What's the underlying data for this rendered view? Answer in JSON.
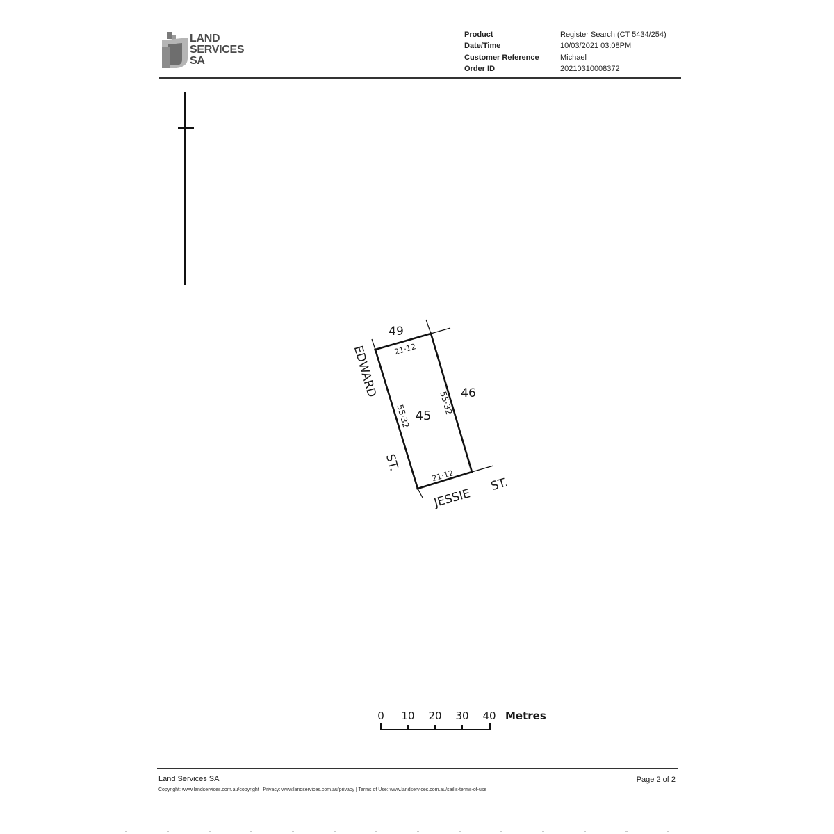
{
  "logo": {
    "line1": "LAND",
    "line2": "SERVICES",
    "line3": "SA"
  },
  "meta": [
    {
      "label": "Product",
      "value": "Register Search (CT 5434/254)"
    },
    {
      "label": "Date/Time",
      "value": "10/03/2021 03:08PM"
    },
    {
      "label": "Customer Reference",
      "value": "Michael"
    },
    {
      "label": "Order ID",
      "value": "20210310008372"
    }
  ],
  "plan": {
    "allotment": "45",
    "adjoining_north": "49",
    "adjoining_east": "46",
    "dim_top": "21·12",
    "dim_bottom": "21·12",
    "dim_left": "55·32",
    "dim_right": "55·32",
    "street_west_1": "EDWARD",
    "street_west_2": "ST.",
    "street_south_1": "JESSIE",
    "street_south_2": "ST."
  },
  "scale": {
    "ticks": [
      "0",
      "10",
      "20",
      "30",
      "40"
    ],
    "unit": "Metres"
  },
  "footer": {
    "org": "Land Services SA",
    "page": "Page 2 of 2",
    "copyright": "Copyright: www.landservices.com.au/copyright | Privacy: www.landservices.com.au/privacy | Terms of Use: www.landservices.com.au/sailis-terms-of-use"
  }
}
